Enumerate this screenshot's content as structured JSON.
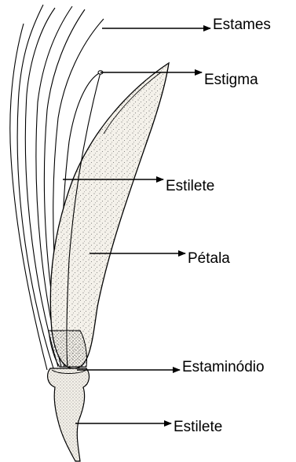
{
  "labels": {
    "estames": "Estames",
    "estigma": "Estigma",
    "estilete_upper": "Estilete",
    "petala": "Pétala",
    "estaminodio": "Estaminódio",
    "estilete_lower": "Estilete"
  },
  "colors": {
    "ink": "#000000",
    "background": "#ffffff",
    "petal_fill": "#f4f1ea",
    "stipple": "#555555"
  }
}
